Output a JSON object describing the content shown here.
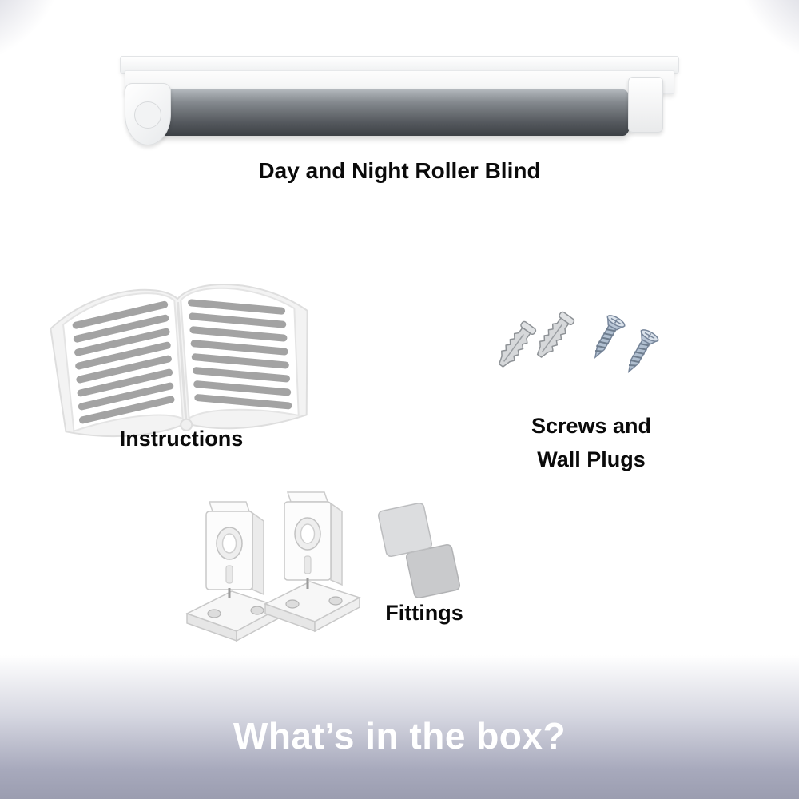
{
  "page": {
    "banner_title": "What’s in the box?"
  },
  "items": {
    "blind": {
      "label": "Day and Night Roller Blind"
    },
    "instructions": {
      "label": "Instructions"
    },
    "screws": {
      "label_line1": "Screws and",
      "label_line2": "Wall Plugs"
    },
    "fittings": {
      "label": "Fittings"
    }
  },
  "colors": {
    "banner_gradient_top": "#ffffff",
    "banner_gradient_bottom": "#9b9db0",
    "fabric_roll": "#54585d",
    "label_text": "#0a0a0a"
  }
}
